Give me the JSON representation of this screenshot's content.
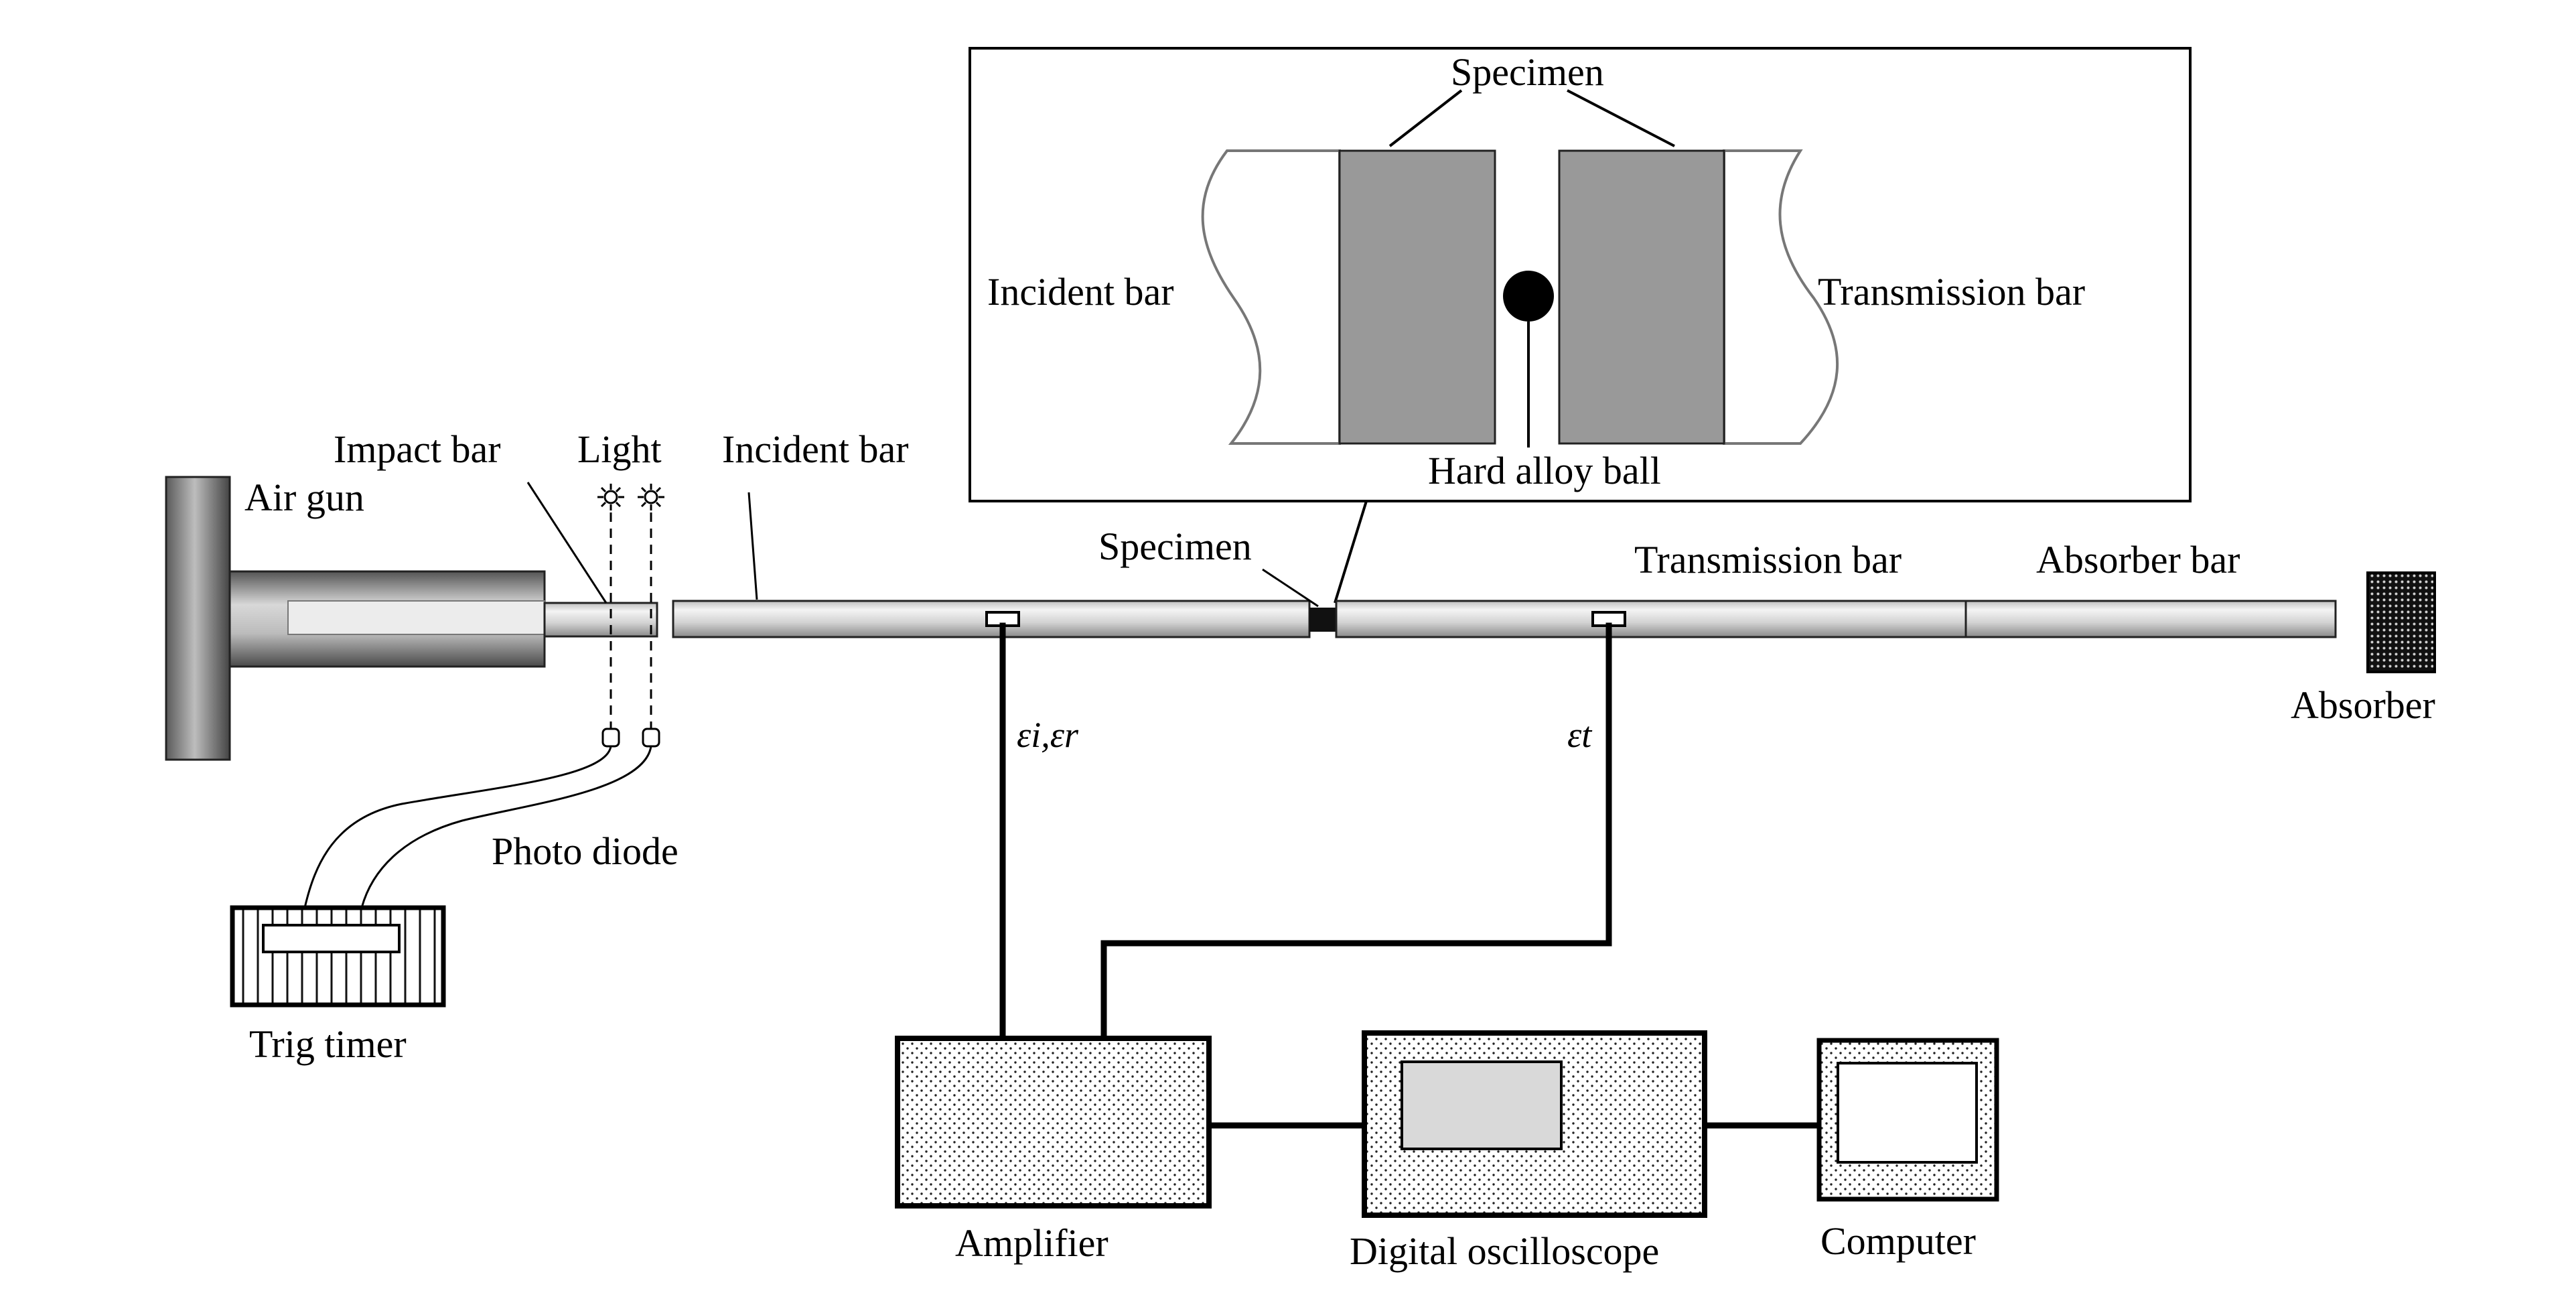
{
  "labels": {
    "air_gun": "Air gun",
    "impact_bar": "Impact bar",
    "light": "Light",
    "incident_bar": "Incident bar",
    "specimen": "Specimen",
    "transmission_bar": "Transmission bar",
    "absorber_bar": "Absorber bar",
    "absorber": "Absorber",
    "photo_diode": "Photo diode",
    "trig_timer": "Trig timer",
    "amplifier": "Amplifier",
    "digital_oscilloscope": "Digital oscilloscope",
    "computer": "Computer",
    "strain_ir": "εi,εr",
    "strain_t": "εt"
  },
  "inset": {
    "specimen": "Specimen",
    "incident_bar": "Incident bar",
    "transmission_bar": "Transmission bar",
    "hard_alloy_ball": "Hard alloy ball"
  },
  "colors": {
    "specimen_fill": "#999999",
    "bar_fill": "#e2e2e2",
    "screen_fill": "#d9d9d9"
  }
}
